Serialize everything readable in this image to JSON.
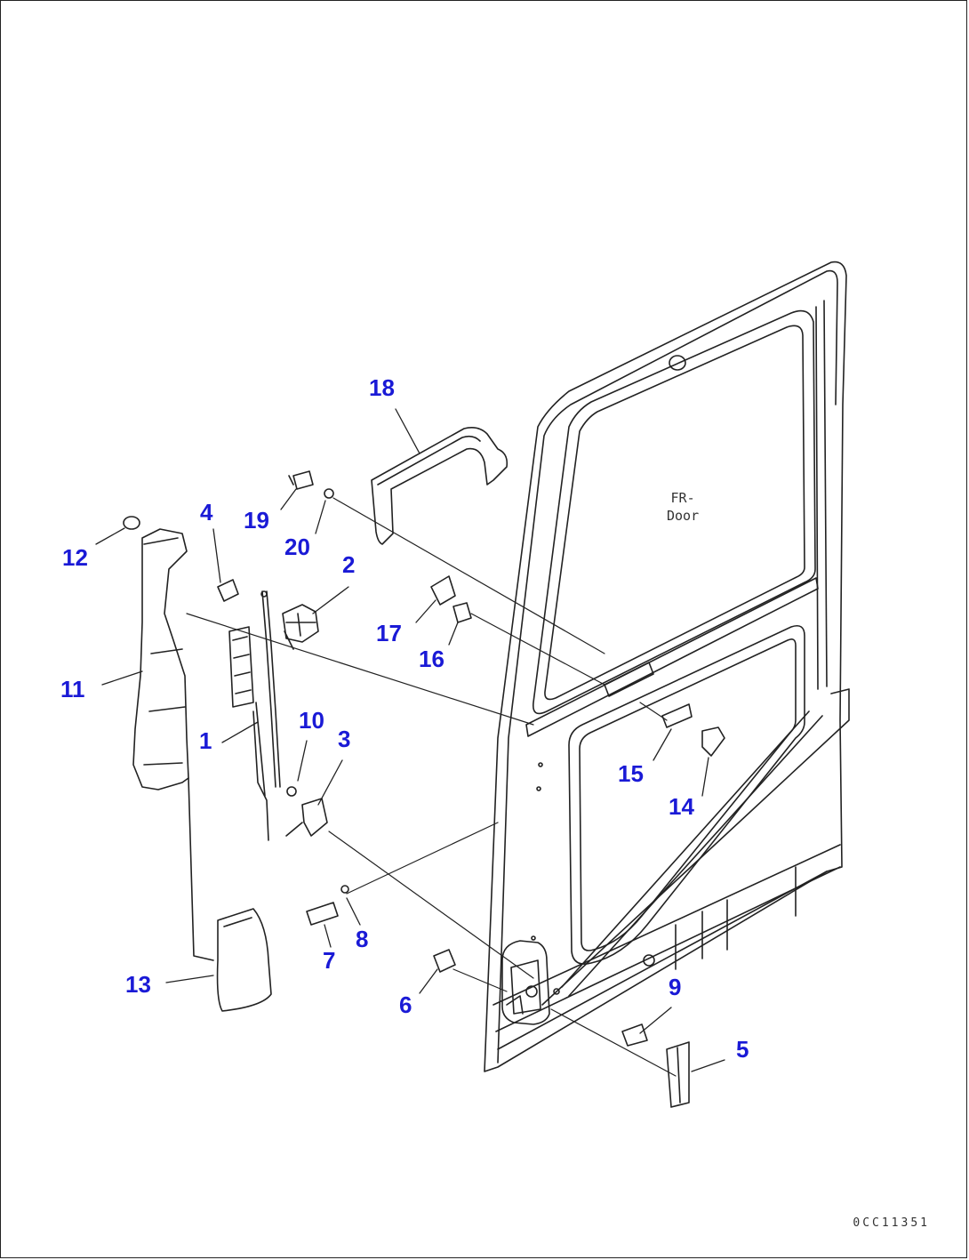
{
  "colors": {
    "callout": "#1a1ad6",
    "line": "#222222",
    "background": "#ffffff"
  },
  "door_label": {
    "line1": "FR-",
    "line2": "Door"
  },
  "drawing_code": "0CC11351",
  "callouts": [
    {
      "id": "c1",
      "label": "1"
    },
    {
      "id": "c2",
      "label": "2"
    },
    {
      "id": "c3",
      "label": "3"
    },
    {
      "id": "c4",
      "label": "4"
    },
    {
      "id": "c5",
      "label": "5"
    },
    {
      "id": "c6",
      "label": "6"
    },
    {
      "id": "c7",
      "label": "7"
    },
    {
      "id": "c8",
      "label": "8"
    },
    {
      "id": "c9",
      "label": "9"
    },
    {
      "id": "c10",
      "label": "10"
    },
    {
      "id": "c11",
      "label": "11"
    },
    {
      "id": "c12",
      "label": "12"
    },
    {
      "id": "c13",
      "label": "13"
    },
    {
      "id": "c14",
      "label": "14"
    },
    {
      "id": "c15",
      "label": "15"
    },
    {
      "id": "c16",
      "label": "16"
    },
    {
      "id": "c17",
      "label": "17"
    },
    {
      "id": "c18",
      "label": "18"
    },
    {
      "id": "c19",
      "label": "19"
    },
    {
      "id": "c20",
      "label": "20"
    }
  ]
}
